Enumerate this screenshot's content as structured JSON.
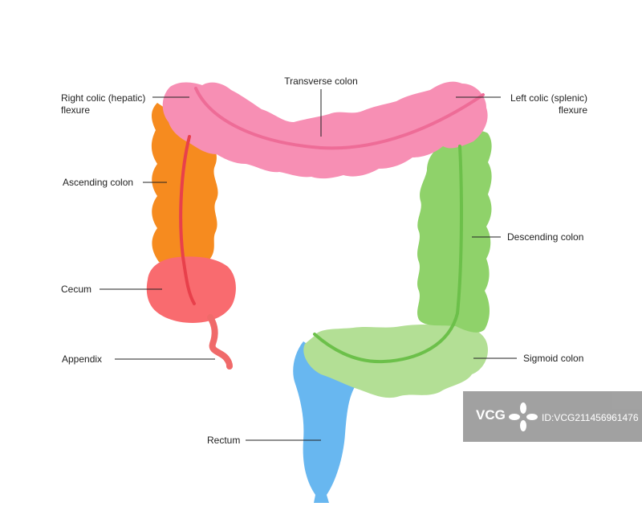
{
  "labels": {
    "right_colic_line1": "Right colic (hepatic)",
    "right_colic_line2": "flexure",
    "transverse_colon": "Transverse colon",
    "left_colic_line1": "Left colic (splenic)",
    "left_colic_line2": "flexure",
    "ascending_colon": "Ascending colon",
    "descending_colon": "Descending colon",
    "cecum": "Cecum",
    "appendix": "Appendix",
    "sigmoid_colon": "Sigmoid colon",
    "rectum": "Rectum"
  },
  "watermark": {
    "logo": "VCG",
    "id": "ID:VCG211456961476"
  },
  "colors": {
    "transverse": "#f78fb4",
    "ascending": "#f68b1f",
    "cecum": "#f96b6f",
    "appendix": "#f06a6a",
    "descending": "#8fd26a",
    "sigmoid": "#b3df95",
    "rectum": "#68b7f0",
    "inner_line_pink": "#ee6c97",
    "inner_line_red": "#e8404b",
    "inner_line_green": "#6cc04a"
  }
}
